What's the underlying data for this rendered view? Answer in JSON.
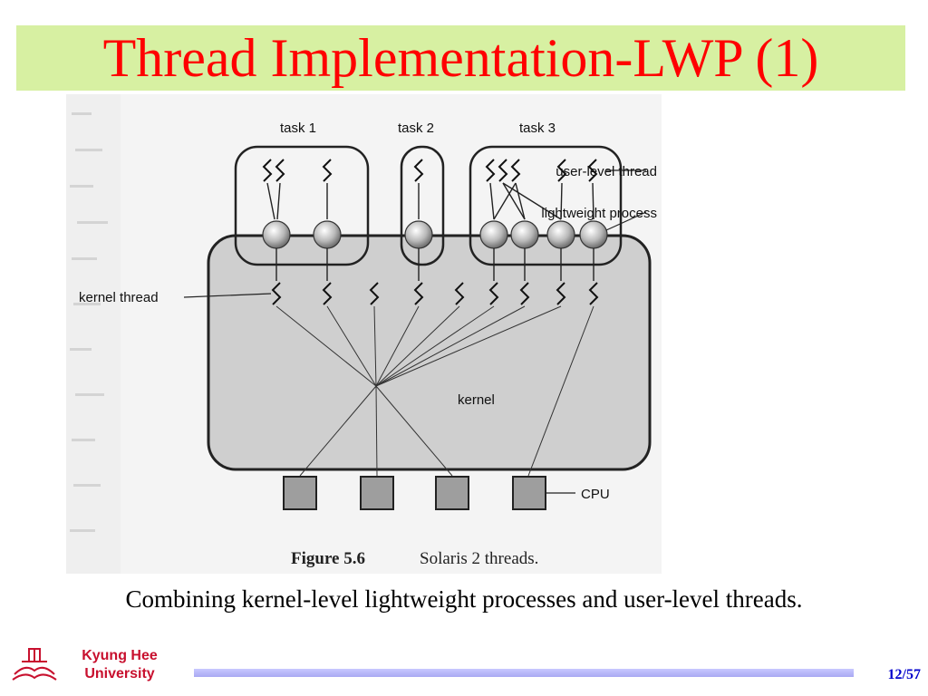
{
  "slide": {
    "title": "Thread Implementation-LWP (1)",
    "caption": "Combining kernel-level lightweight processes and user-level threads.",
    "page_number": "12/57"
  },
  "figure": {
    "task_labels": [
      "task 1",
      "task 2",
      "task 3"
    ],
    "callouts": {
      "user_level_thread": "user-level thread",
      "lightweight_process": "lightweight process",
      "kernel_thread": "kernel thread",
      "cpu": "CPU"
    },
    "kernel_label": "kernel",
    "figure_number": "Figure 5.6",
    "figure_caption": "Solaris 2 threads."
  },
  "footer": {
    "university_line1": "Kyung Hee",
    "university_line2": "University"
  },
  "colors": {
    "title_text": "#ff0000",
    "title_bar": "#d7f0a2",
    "university_text": "#c8102e",
    "page_number_text": "#0000cc",
    "footer_line": "#b4b4f8"
  }
}
